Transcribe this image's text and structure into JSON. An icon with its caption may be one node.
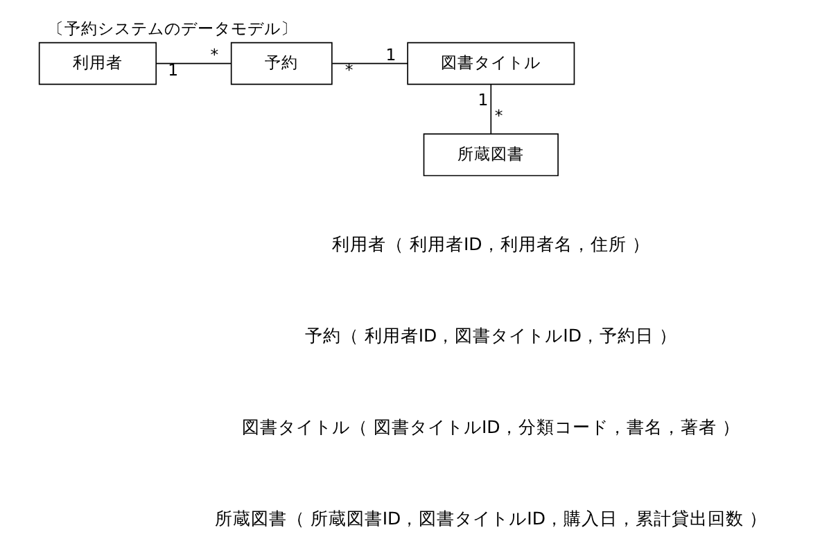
{
  "diagram": {
    "title": "〔予約システムのデータモデル〕",
    "nodes": [
      {
        "text": [
          "利用者"
        ]
      },
      {
        "text": [
          "予約"
        ]
      },
      {
        "text": [
          "図書タイトル"
        ]
      },
      {
        "text": [
          "所蔵図書"
        ]
      }
    ],
    "edges": [
      {
        "from": 0,
        "to": 1,
        "arrow": "none"
      },
      {
        "from": 1,
        "to": 2,
        "arrow": "none"
      },
      {
        "from": 2,
        "to": 3,
        "arrow": "none"
      }
    ],
    "labels": [
      "1",
      "*",
      "*",
      "1",
      "1",
      "*",
      "利用者（ 利用者ID，利用者名，住所 ）",
      "予約（ 利用者ID，図書タイトルID，予約日 ）",
      "図書タイトル（ 図書タイトルID，分類コード，書名，著者 ）",
      "所蔵図書（ 所蔵図書ID，図書タイトルID，購入日，累計貸出回数 ）"
    ]
  }
}
